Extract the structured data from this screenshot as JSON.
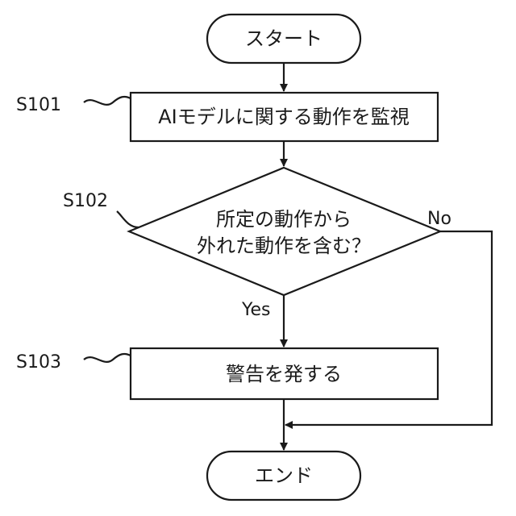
{
  "nodes": {
    "start": "スタート",
    "monitor": "AIモデルに関する動作を監視",
    "decision_line1": "所定の動作から",
    "decision_line2": "外れた動作を含む？",
    "warn": "警告を発する",
    "end": "エンド"
  },
  "step_labels": {
    "s101": "S101",
    "s102": "S102",
    "s103": "S103"
  },
  "branches": {
    "yes": "Yes",
    "no": "No"
  },
  "colors": {
    "stroke": "#1a1a1a",
    "background": "#ffffff"
  }
}
